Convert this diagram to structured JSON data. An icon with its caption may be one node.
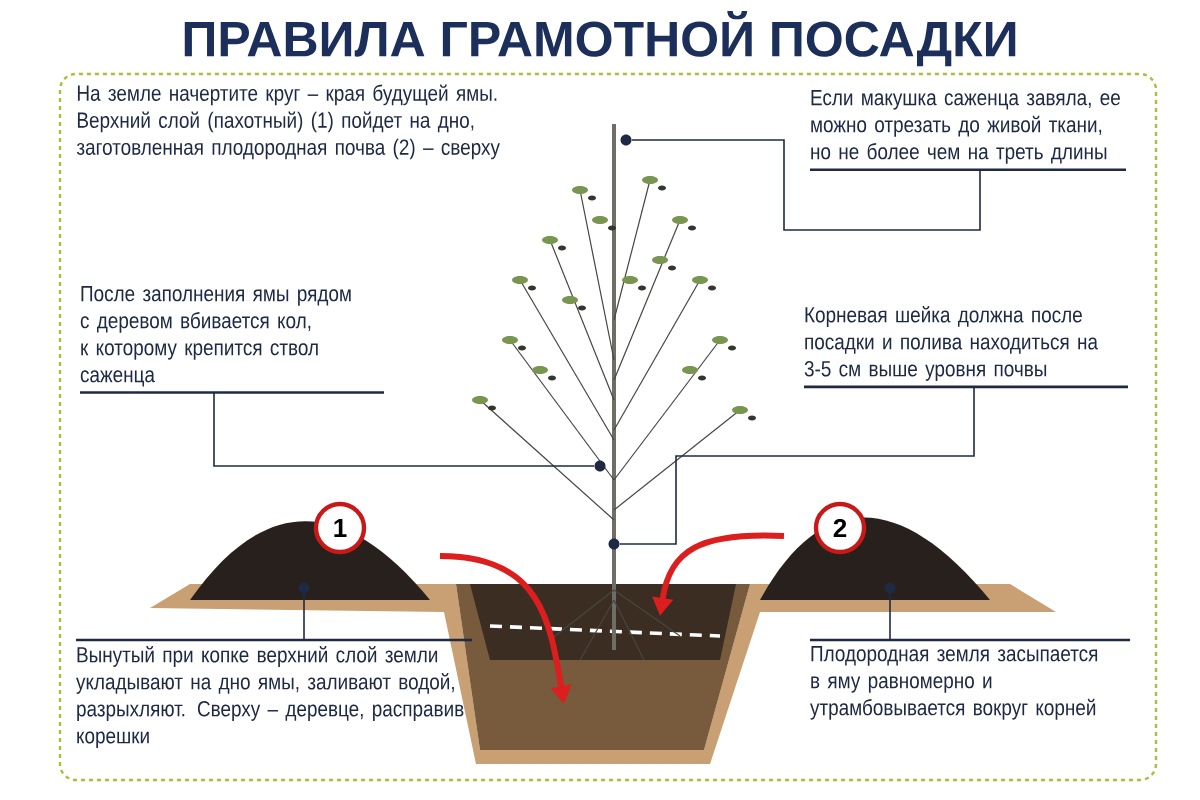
{
  "diagram": {
    "title": "ПРАВИЛА ГРАМОТНОЙ ПОСАДКИ",
    "nodes": [
      {
        "text": [
          "После заполнения ямы рядом с деревом вбивается кол, к которому крепится ствол саженца"
        ]
      },
      {
        "text": [
          "Если макушка саженца завяла, ее можно отрезать до живой ткани, но не более чем на треть длины"
        ]
      },
      {
        "text": [
          "Корневая шейка должна после посадки и полива находиться на 3-5 см выше уровня почвы"
        ]
      },
      {
        "text": [
          "Вынутый при копке верхний слой земли укладывают на дно ямы, заливают водой, разрыхляют. Сверху – деревце, расправив корешки"
        ]
      },
      {
        "text": [
          "Плодородная земля засыпается в яму равномерно и утрамбовывается вокруг корней"
        ]
      },
      {
        "text": [
          "1"
        ]
      },
      {
        "text": [
          "2"
        ]
      },
      {
        "text": [],
        "shape": "circle"
      },
      {
        "text": [],
        "shape": "circle"
      },
      {
        "text": [],
        "shape": "circle"
      },
      {
        "text": [],
        "shape": "circle"
      },
      {
        "text": [],
        "shape": "circle"
      }
    ],
    "edges": [
      {
        "from": 0,
        "to": 8,
        "arrow": "none"
      },
      {
        "from": 1,
        "to": 7,
        "arrow": "none"
      },
      {
        "from": 2,
        "to": 9,
        "arrow": "none"
      },
      {
        "from": 3,
        "to": 10,
        "arrow": "none"
      },
      {
        "from": 4,
        "to": 11,
        "arrow": "none"
      }
    ],
    "labels": [
      "На земле начертите круг – края будущей ямы. Верхний слой (пахотный) (1) пойдет на дно, заготовленная плодородная почва (2) – сверху"
    ]
  }
}
